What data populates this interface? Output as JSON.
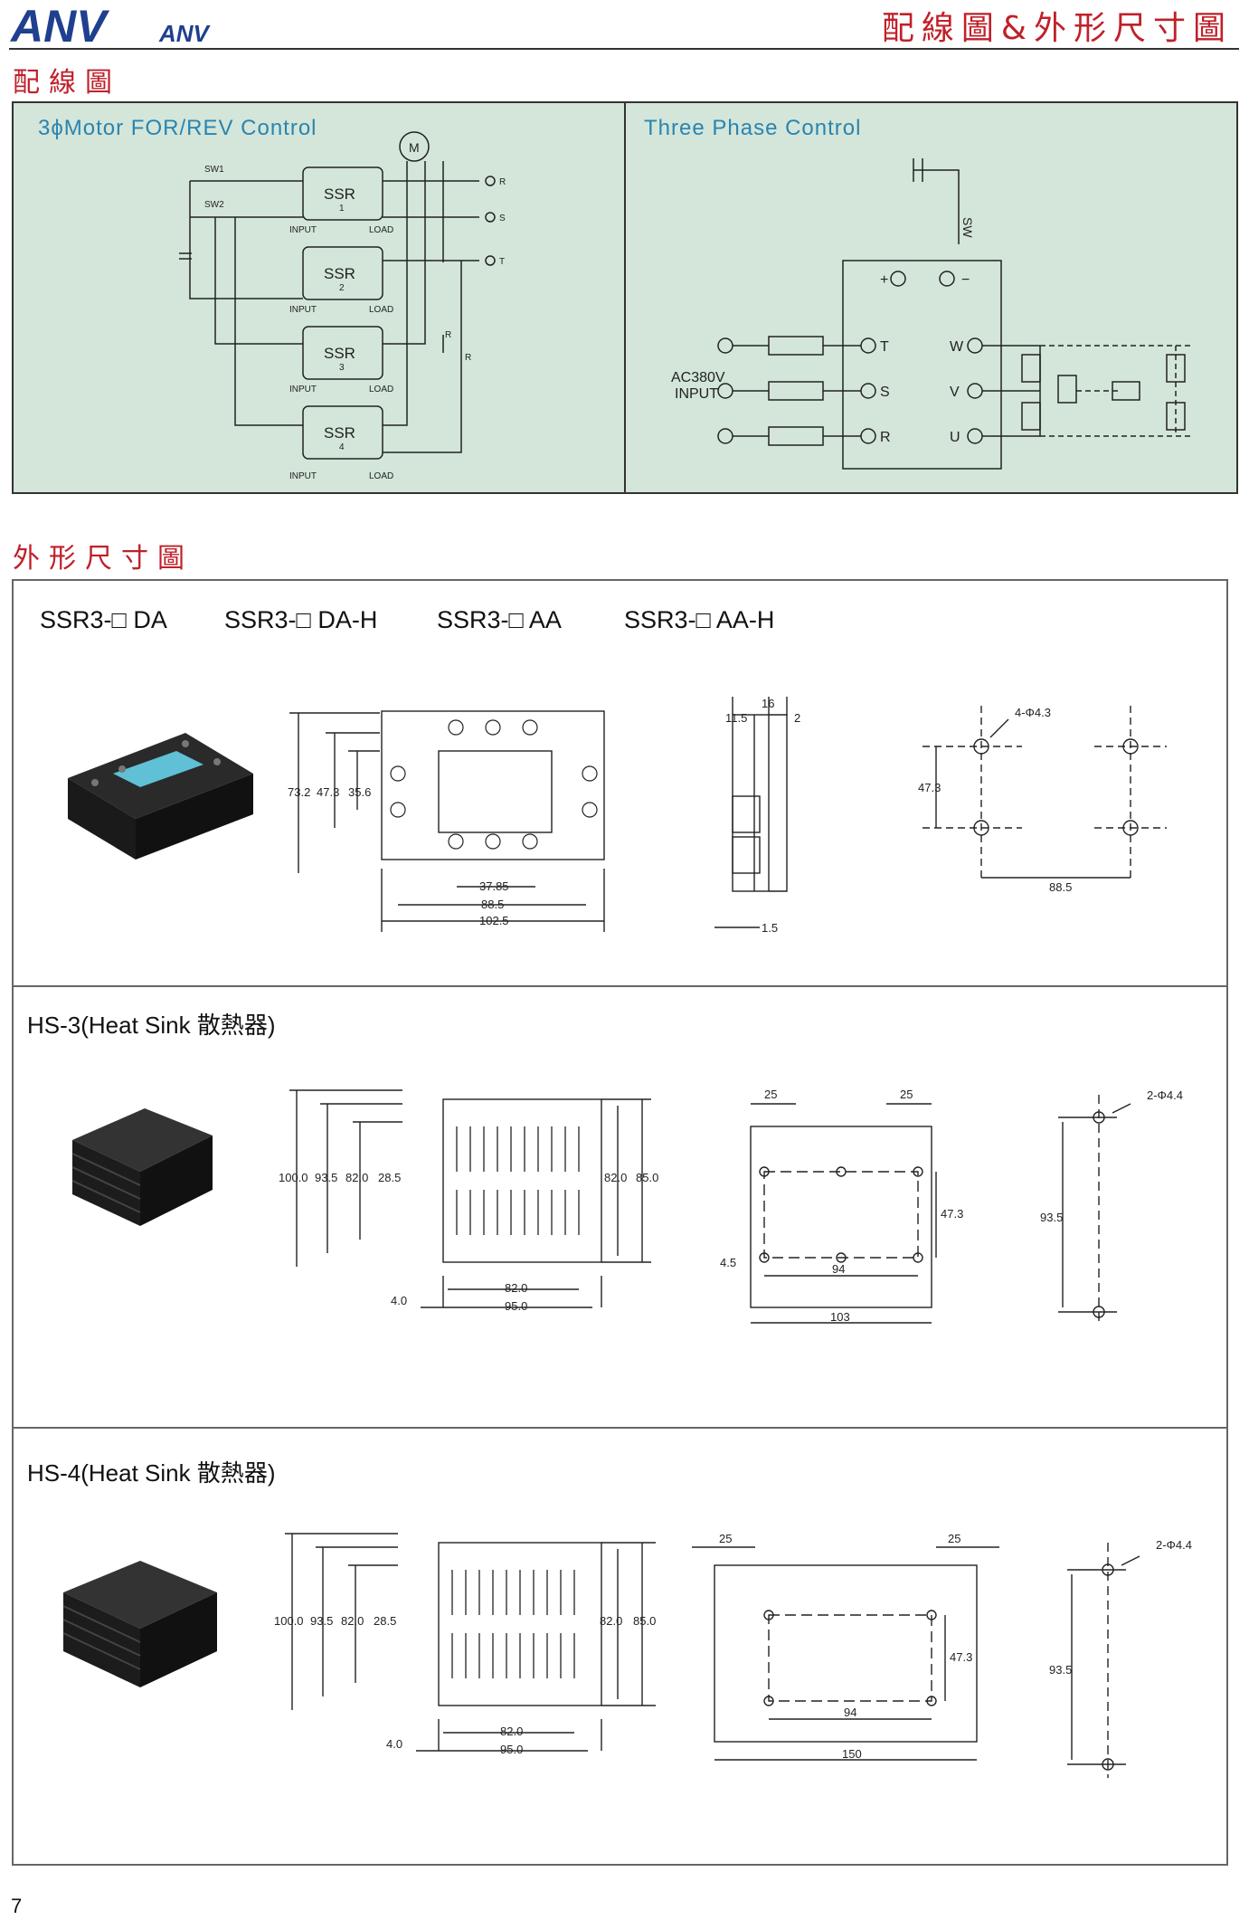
{
  "header": {
    "brand": "ANV",
    "brand_small": "ANV",
    "title": "配線圖&外形尺寸圖"
  },
  "sections": {
    "wiring": "配線圖",
    "dimensions": "外形尺寸圖"
  },
  "wiring": {
    "left": {
      "title": "3ϕMotor FOR/REV Control",
      "motor": "M",
      "switches": [
        "SW1",
        "SW2"
      ],
      "ssr": [
        {
          "label": "SSR",
          "num": "1"
        },
        {
          "label": "SSR",
          "num": "2"
        },
        {
          "label": "SSR",
          "num": "3"
        },
        {
          "label": "SSR",
          "num": "4"
        }
      ],
      "input": "INPUT",
      "load": "LOAD",
      "phases": [
        "R",
        "S",
        "T"
      ],
      "resistor": "R"
    },
    "right": {
      "title": "Three Phase Control",
      "switch": "SW",
      "plus": "+",
      "minus": "−",
      "supply": "AC380V",
      "supply2": "INPUT",
      "terms_in": [
        "T",
        "S",
        "R"
      ],
      "terms_out": [
        "W",
        "V",
        "U"
      ]
    }
  },
  "models": [
    "SSR3-□ DA",
    "SSR3-□ DA-H",
    "SSR3-□ AA",
    "SSR3-□ AA-H"
  ],
  "ssr_dims": {
    "h": [
      "73.2",
      "47.3",
      "35.6"
    ],
    "w": [
      "37.85",
      "88.5",
      "102.5"
    ],
    "side": [
      "16",
      "11.5",
      "2",
      "1.5"
    ],
    "holes": "4-Φ4.3",
    "hole_v": "47.3",
    "hole_h": "88.5"
  },
  "hs3": {
    "label": "HS-3(Heat Sink 散熱器)",
    "h": [
      "100.0",
      "93.5",
      "82.0",
      "28.5"
    ],
    "h_right": [
      "82.0",
      "85.0"
    ],
    "base": [
      "4.0",
      "82.0",
      "95.0"
    ],
    "top": [
      "25",
      "25",
      "47.3",
      "4.5",
      "94",
      "103"
    ],
    "holes": "2-Φ4.4",
    "hole_v": "93.5"
  },
  "hs4": {
    "label": "HS-4(Heat Sink 散熱器)",
    "h": [
      "100.0",
      "93.5",
      "82.0",
      "28.5"
    ],
    "h_right": [
      "82.0",
      "85.0"
    ],
    "base": [
      "4.0",
      "82.0",
      "95.0"
    ],
    "top": [
      "25",
      "25",
      "47.3",
      "94",
      "150"
    ],
    "holes": "2-Φ4.4",
    "hole_v": "93.5"
  },
  "page_number": "7"
}
